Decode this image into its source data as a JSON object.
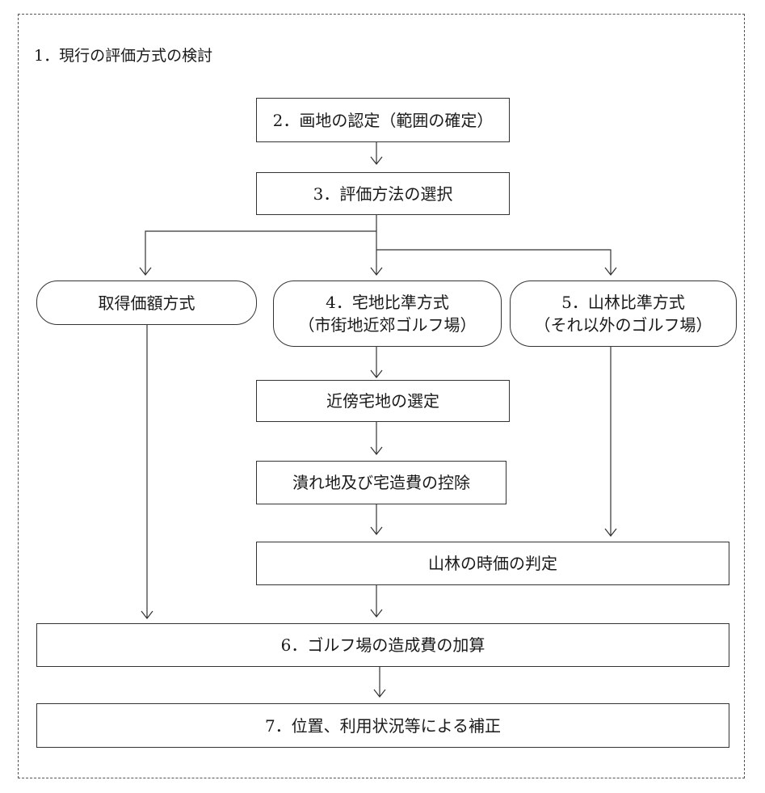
{
  "title": "1．現行の評価方式の検討",
  "steps": {
    "s2": "2．画地の認定（範囲の確定）",
    "s3": "3．評価方法の選択",
    "acquisition": "取得価額方式",
    "s4_line1": "4．宅地比準方式",
    "s4_line2": "（市街地近郊ゴルフ場）",
    "s5_line1": "5．山林比準方式",
    "s5_line2": "（それ以外のゴルフ場）",
    "nearby": "近傍宅地の選定",
    "deduction": "潰れ地及び宅造費の控除",
    "forest": "山林の時価の判定",
    "s6": "6．ゴルフ場の造成費の加算",
    "s7": "7．位置、利用状況等による補正"
  }
}
